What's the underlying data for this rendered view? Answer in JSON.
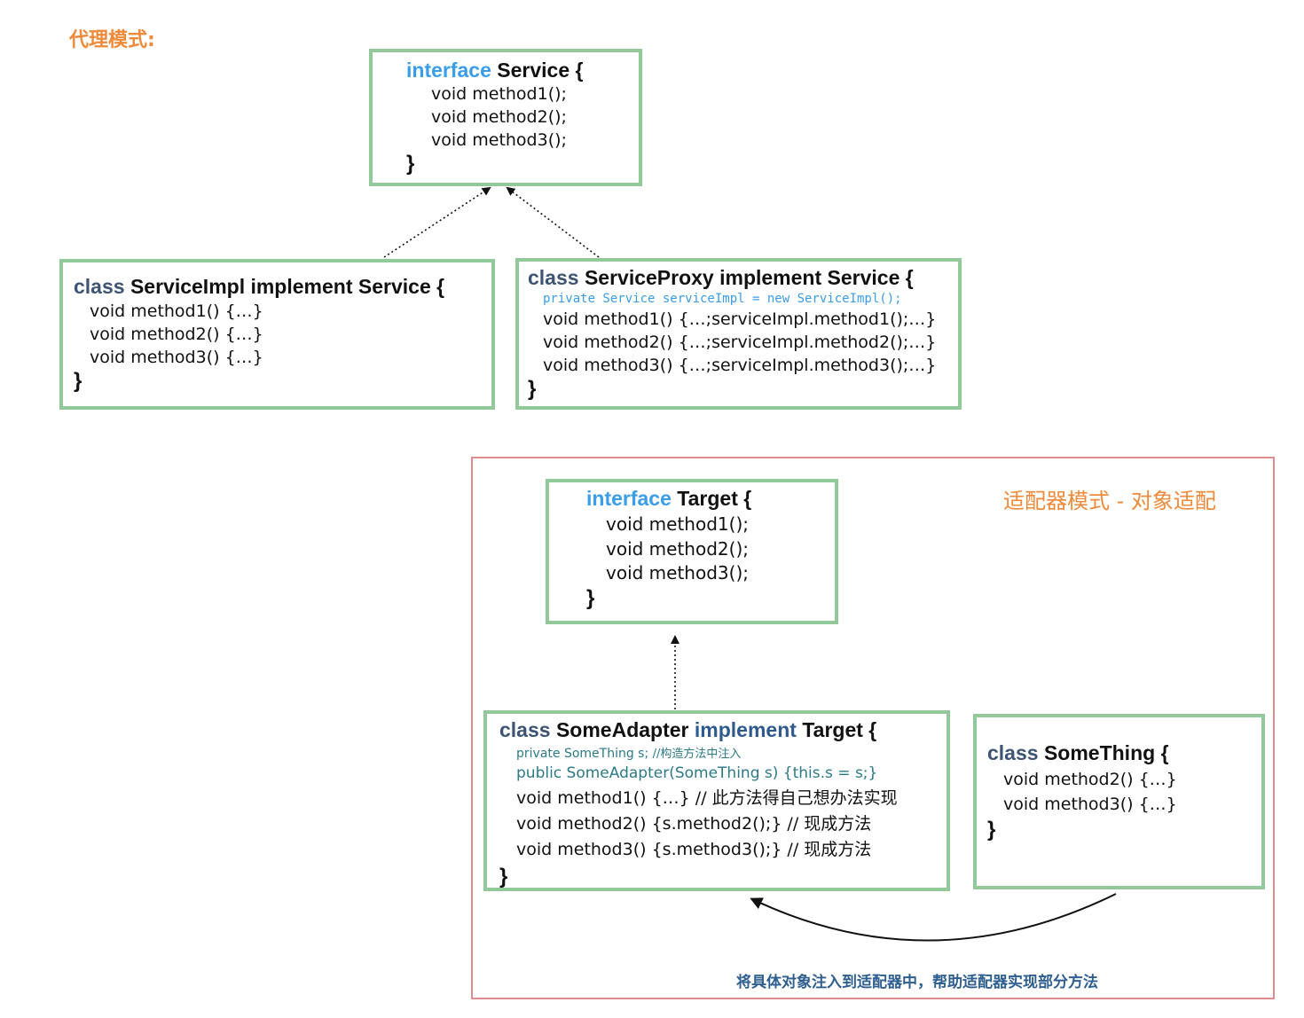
{
  "proxy_heading": "代理模式:",
  "adapter_heading": "适配器模式 - 对象适配",
  "service_interface": {
    "keyword": "interface",
    "name": "Service {",
    "methods": [
      "void method1();",
      "void method2();",
      "void method3();"
    ],
    "close": "}"
  },
  "service_impl": {
    "keyword": "class",
    "rest": "ServiceImpl implement Service {",
    "methods": [
      "void method1() {…}",
      "void method2() {…}",
      "void method3() {…}"
    ],
    "close": "}"
  },
  "service_proxy": {
    "keyword": "class",
    "rest": "ServiceProxy implement Service {",
    "field": "private Service serviceImpl = new ServiceImpl();",
    "methods": [
      "void method1() {…;serviceImpl.method1();…}",
      "void method2() {…;serviceImpl.method2();…}",
      "void method3() {…;serviceImpl.method3();…}"
    ],
    "close": "}"
  },
  "target_interface": {
    "keyword": "interface",
    "name": "Target {",
    "methods": [
      "void method1();",
      "void method2();",
      "void method3();"
    ],
    "close": "}"
  },
  "some_adapter": {
    "keyword": "class",
    "name": "SomeAdapter",
    "implement": "implement",
    "target": "Target {",
    "field_code": "private SomeThing s;",
    "field_comment": "//构造方法中注入",
    "constructor": "public SomeAdapter(SomeThing s) {this.s = s;}",
    "methods": [
      "void method1() {…} // 此方法得自己想办法实现",
      "void method2() {s.method2();} // 现成方法",
      "void method3() {s.method3();} // 现成方法"
    ],
    "close": "}"
  },
  "some_thing": {
    "keyword": "class",
    "rest": "SomeThing {",
    "methods": [
      "void method2() {…}",
      "void method3() {…}"
    ],
    "close": "}"
  },
  "injection_caption": "将具体对象注入到适配器中，帮助适配器实现部分方法",
  "colors": {
    "box_border": "#92c99a",
    "frame_border": "#dd8e8e",
    "heading": "#ee8a3a",
    "interface_keyword": "#3a9de8",
    "class_keyword": "#3d5573",
    "caption": "#2f5f8f"
  }
}
